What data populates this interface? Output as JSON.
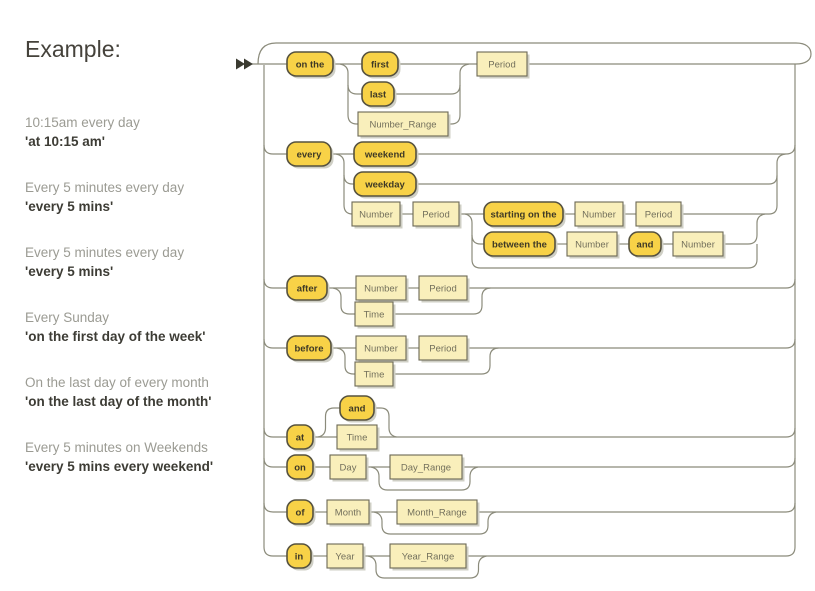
{
  "panel": {
    "title": "Example:",
    "examples": [
      {
        "description": "10:15am every day",
        "syntax": "'at 10:15 am'"
      },
      {
        "description": "Every 5 minutes every day",
        "syntax": "'every 5 mins'"
      },
      {
        "description": "Every 5 minutes every day",
        "syntax": "'every 5 mins'"
      },
      {
        "description": "Every Sunday",
        "syntax": "'on the first day of the week'"
      },
      {
        "description": "On the last day of every month",
        "syntax": "'on the last day of the month'"
      },
      {
        "description": "Every 5 minutes on Weekends",
        "syntax": "'every 5 mins every weekend'"
      }
    ]
  },
  "colors": {
    "terminal_fill": "#f8d247",
    "terminal_border": "#56523f",
    "nonterminal_fill": "#f9efbb",
    "nonterminal_border": "#6b6855",
    "line": "#8b8b7b",
    "shadow": "#cfcfc5"
  },
  "diagram": {
    "start_icon": "double-arrow-right",
    "nodes": {
      "on_the": "on the",
      "first": "first",
      "last": "last",
      "number_range": "Number_Range",
      "period1": "Period",
      "every": "every",
      "weekend": "weekend",
      "weekday": "weekday",
      "number1": "Number",
      "period2": "Period",
      "starting_on_the": "starting on the",
      "number2": "Number",
      "period3": "Period",
      "between_the": "between the",
      "number3": "Number",
      "and1": "and",
      "number4": "Number",
      "after": "after",
      "number5": "Number",
      "period4": "Period",
      "time1": "Time",
      "before": "before",
      "number6": "Number",
      "period5": "Period",
      "time2": "Time",
      "at": "at",
      "and2": "and",
      "time3": "Time",
      "on": "on",
      "day": "Day",
      "day_range": "Day_Range",
      "of": "of",
      "month": "Month",
      "month_range": "Month_Range",
      "in": "in",
      "year": "Year",
      "year_range": "Year_Range"
    }
  }
}
